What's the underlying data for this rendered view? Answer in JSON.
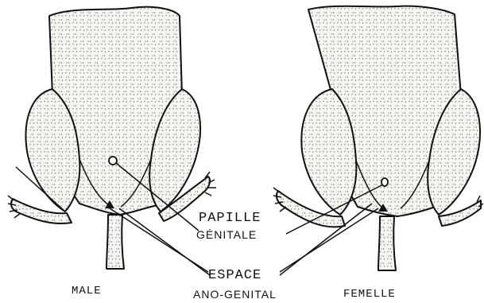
{
  "labels": {
    "papille": "PAPILLE",
    "genitale": "GÉNITALE",
    "espace": "ESPACE",
    "ano_genital": "ANO-GENITAL",
    "male": "MALE",
    "femelle": "FEMELLE"
  },
  "colors": {
    "ink": "#111111",
    "fill": "#f4f3ef",
    "background": "#ffffff"
  }
}
